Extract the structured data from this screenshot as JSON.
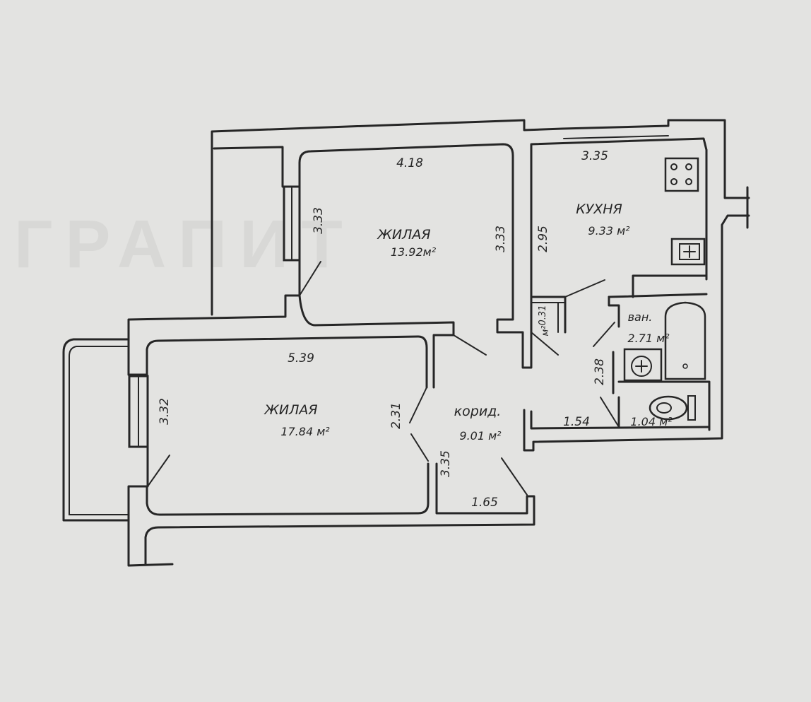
{
  "colors": {
    "paper": "#e3e3e1",
    "ink": "#262626",
    "watermark": "#d8d8d6"
  },
  "watermark": {
    "text": "ГРАПИТ"
  },
  "rooms": {
    "living_top": {
      "name": "ЖИЛАЯ",
      "area": "13.92м²"
    },
    "kitchen": {
      "name": "КУХНЯ",
      "area": "9.33 м²"
    },
    "living_bottom": {
      "name": "ЖИЛАЯ",
      "area": "17.84 м²"
    },
    "corridor": {
      "name": "корид.",
      "area": "9.01 м²"
    },
    "bath": {
      "name": "ван.",
      "area": "2.71 м²"
    },
    "toilet": {
      "area": "1.04 м²"
    },
    "closet": {
      "area_value": "0.31",
      "area_unit": "м²"
    }
  },
  "dimensions": {
    "living_top_width": "4.18",
    "living_top_left": "3.33",
    "living_top_right": "3.33",
    "kitchen_width": "3.35",
    "kitchen_height": "2.95",
    "living_bottom_width": "5.39",
    "living_bottom_left": "3.32",
    "corridor_upper": "2.31",
    "corridor_lower": "3.35",
    "corridor_width": "1.65",
    "bath_height": "2.38",
    "bath_width": "1.54"
  }
}
